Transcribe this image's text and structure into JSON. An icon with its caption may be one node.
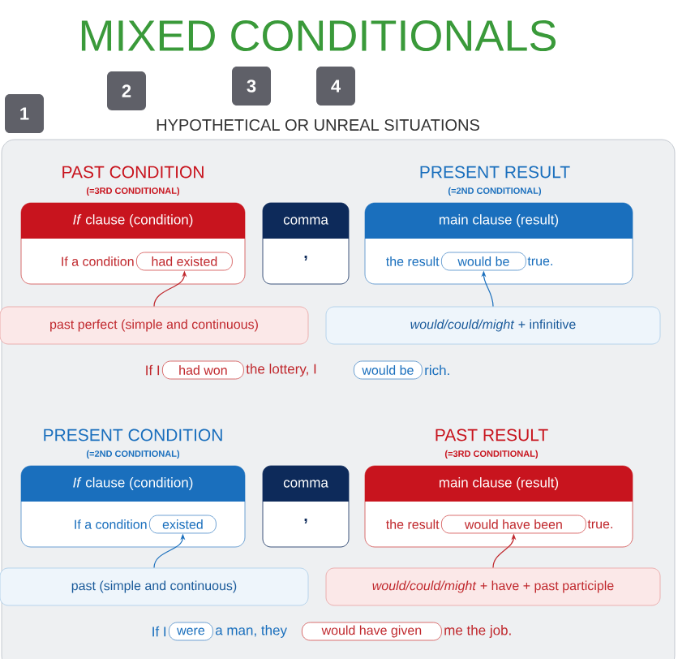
{
  "diagram": {
    "title": "MIXED CONDITIONALS",
    "nodes": [
      {
        "text": [
          "PAST CONDITION",
          "(=3RD CONDITIONAL)",
          "*If* clause (condition)",
          "If a condition"
        ]
      },
      {
        "text": [
          "had existed"
        ],
        "in": 0
      },
      {
        "text": [
          "comma",
          ","
        ]
      },
      {
        "text": [
          "PRESENT RESULT",
          "(=2ND CONDITIONAL)",
          "main clause (result)",
          "the result",
          "true."
        ]
      },
      {
        "text": [
          "would be"
        ],
        "in": 3
      },
      {
        "text": [
          "past perfect (simple and continuous)"
        ]
      },
      {
        "text": [
          "*would/could/might* + infinitive"
        ]
      },
      {
        "text": [
          "had won"
        ]
      },
      {
        "text": [
          "would be"
        ]
      },
      {
        "text": [
          "PRESENT CONDITION",
          "(=2ND CONDITIONAL)",
          "*If* clause (condition)",
          "If a condition"
        ]
      },
      {
        "text": [
          "existed"
        ],
        "in": 9
      },
      {
        "text": [
          "comma",
          ","
        ]
      },
      {
        "text": [
          "PAST RESULT",
          "(=3RD CONDITIONAL)",
          "main clause (result)",
          "the result",
          "true."
        ]
      },
      {
        "text": [
          "would have been"
        ],
        "in": 12
      },
      {
        "text": [
          "past (simple and continuous)"
        ]
      },
      {
        "text": [
          "*would/could/might* + have + past participle"
        ]
      },
      {
        "text": [
          "were"
        ]
      },
      {
        "text": [
          "would have given"
        ]
      }
    ],
    "edges": [
      {
        "from": 5,
        "to": 1,
        "arrow": "to",
        "color": "#c0282d"
      },
      {
        "from": 6,
        "to": 4,
        "arrow": "to",
        "color": "#1a6fbd"
      },
      {
        "from": 14,
        "to": 10,
        "arrow": "to",
        "color": "#1a6fbd"
      },
      {
        "from": 15,
        "to": 13,
        "arrow": "to",
        "color": "#c0282d"
      }
    ],
    "labels": [
      "1",
      "2",
      "3",
      "4",
      "HYPOTHETICAL OR UNREAL SITUATIONS",
      "If I",
      "the lottery, I",
      "rich.",
      "If I",
      "a man, they",
      "me the job."
    ]
  }
}
